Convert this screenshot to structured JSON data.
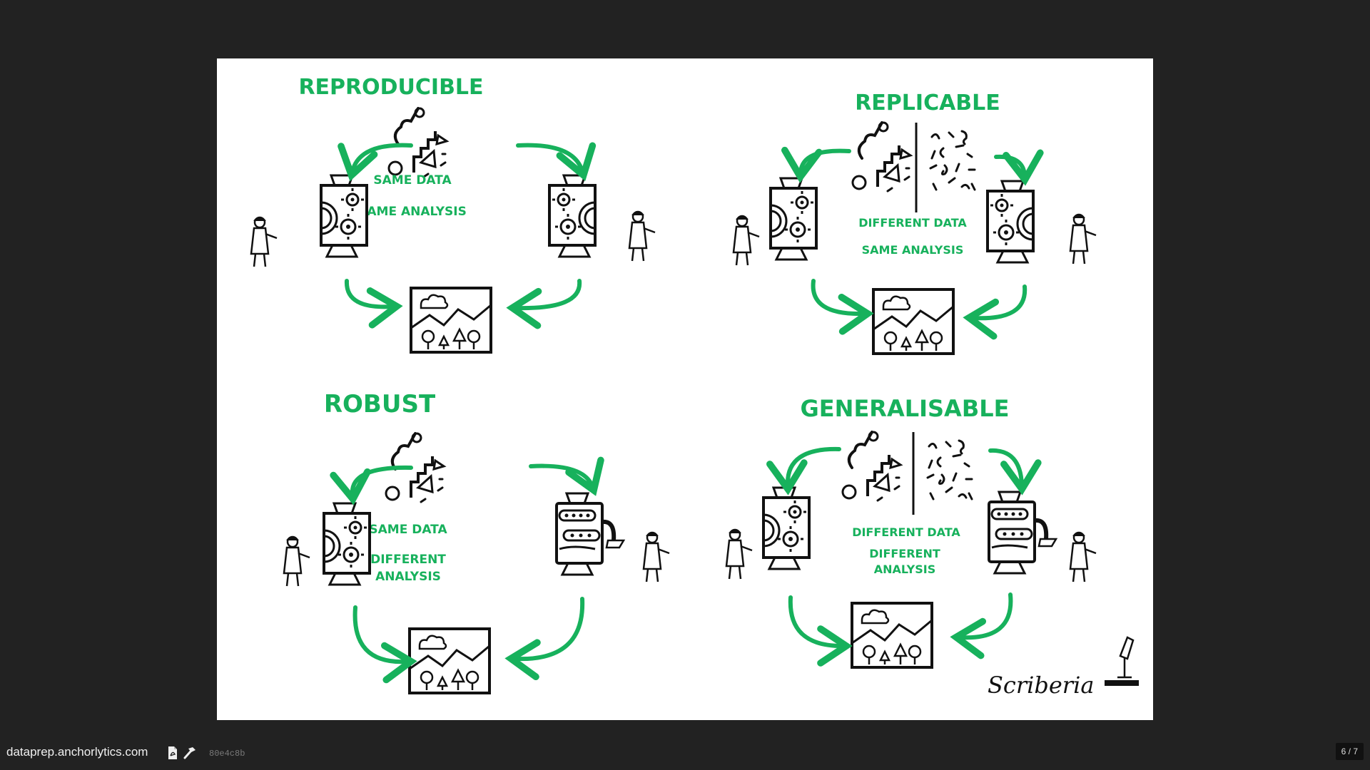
{
  "slide": {
    "panels": [
      {
        "id": "reproducible",
        "title": "REPRODUCIBLE",
        "data_label": "SAME DATA",
        "analysis_label": "SAME ANALYSIS"
      },
      {
        "id": "replicable",
        "title": "REPLICABLE",
        "data_label": "DIFFERENT DATA",
        "analysis_label": "SAME ANALYSIS"
      },
      {
        "id": "robust",
        "title": "ROBUST",
        "data_label": "SAME DATA",
        "analysis_label_line1": "DIFFERENT",
        "analysis_label_line2": "ANALYSIS"
      },
      {
        "id": "generalisable",
        "title": "GENERALISABLE",
        "data_label": "DIFFERENT DATA",
        "analysis_label_line1": "DIFFERENT",
        "analysis_label_line2": "ANALYSIS"
      }
    ],
    "signature": "Scriberia",
    "accent_color": "#17b15c",
    "ink_color": "#111111"
  },
  "footer": {
    "site": "dataprep.anchorlytics.com",
    "icons": [
      "pdf-icon",
      "hammer-icon"
    ],
    "hash": "80e4c8b",
    "page_counter": "6 / 7"
  }
}
